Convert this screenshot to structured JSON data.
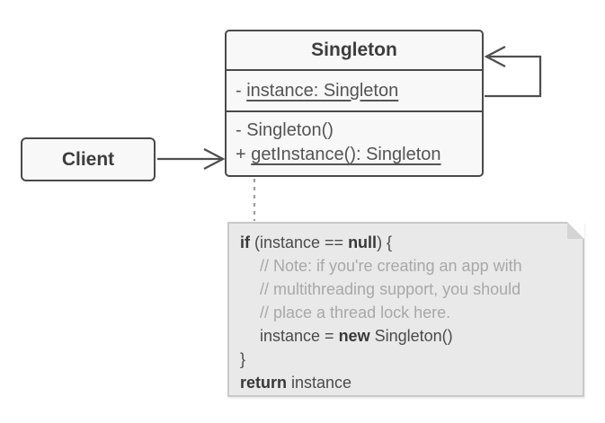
{
  "singleton": {
    "title": "Singleton",
    "attributes": [
      {
        "prefix": "- ",
        "name": "instance: Singleton",
        "underlined": true
      }
    ],
    "methods": [
      {
        "prefix": "- ",
        "name": "Singleton()",
        "underlined": false
      },
      {
        "prefix": "+ ",
        "name": "getInstance(): Singleton",
        "underlined": true
      }
    ]
  },
  "client": {
    "title": "Client"
  },
  "note": {
    "lines": [
      {
        "indent": 0,
        "comment": false,
        "segments": [
          {
            "text": "if ",
            "bold": true
          },
          {
            "text": "(instance == ",
            "bold": false
          },
          {
            "text": "null",
            "bold": true
          },
          {
            "text": ") {",
            "bold": false
          }
        ]
      },
      {
        "indent": 1,
        "comment": true,
        "segments": [
          {
            "text": "// Note: if you're creating an app with",
            "bold": false
          }
        ]
      },
      {
        "indent": 1,
        "comment": true,
        "segments": [
          {
            "text": "// multithreading support, you should",
            "bold": false
          }
        ]
      },
      {
        "indent": 1,
        "comment": true,
        "segments": [
          {
            "text": "// place a thread lock here.",
            "bold": false
          }
        ]
      },
      {
        "indent": 1,
        "comment": false,
        "segments": [
          {
            "text": "instance = ",
            "bold": false
          },
          {
            "text": "new",
            "bold": true
          },
          {
            "text": " Singleton()",
            "bold": false
          }
        ]
      },
      {
        "indent": 0,
        "comment": false,
        "segments": [
          {
            "text": "}",
            "bold": false
          }
        ]
      },
      {
        "indent": 0,
        "comment": false,
        "segments": [
          {
            "text": "return",
            "bold": true
          },
          {
            "text": " instance",
            "bold": false
          }
        ]
      }
    ]
  },
  "colors": {
    "box_fill": "#f8f8f8",
    "box_border": "#4a4a4a",
    "note_fill": "#e9e9e9",
    "note_border": "#c9c9c9",
    "connector": "#4f4f4f",
    "dashed_connector": "#9e9e9e",
    "comment_text": "#a8a8a8",
    "code_text": "#4b4b4b"
  }
}
